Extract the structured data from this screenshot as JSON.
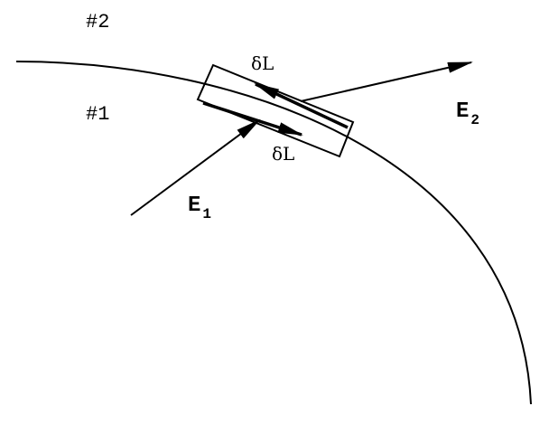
{
  "labels": {
    "region2": "#2",
    "region1": "#1",
    "delta_l_top": "δL",
    "delta_l_bottom": "δL",
    "e1": {
      "main": "E",
      "sub": "1"
    },
    "e2": {
      "main": "E",
      "sub": "2"
    }
  }
}
